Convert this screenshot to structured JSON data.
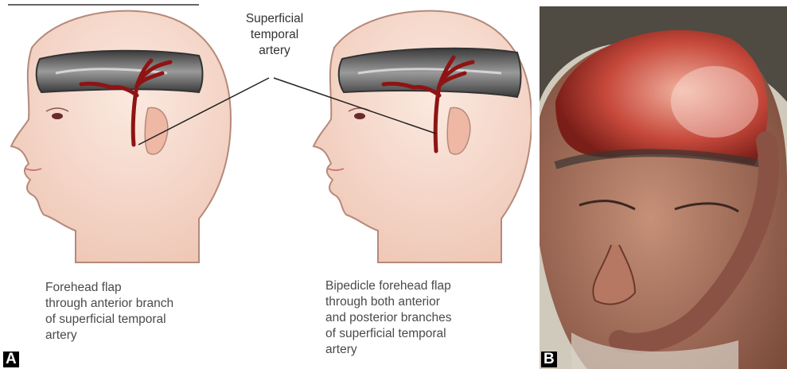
{
  "panel_a": {
    "letter": "A",
    "artery_label": "Superficial\ntemporal\nartery",
    "caption_left": "Forehead flap\nthrough anterior branch\nof superficial temporal\nartery",
    "caption_right": "Bipedicle forehead flap\nthrough both anterior\nand posterior branches\nof superficial temporal\nartery"
  },
  "panel_b": {
    "letter": "B"
  },
  "colors": {
    "skin": "#f6dccf",
    "outline": "#b5897a",
    "artery": "#8e1414",
    "flap_shadow": "#5a5a5a",
    "flap_light": "#c9c9c9"
  }
}
